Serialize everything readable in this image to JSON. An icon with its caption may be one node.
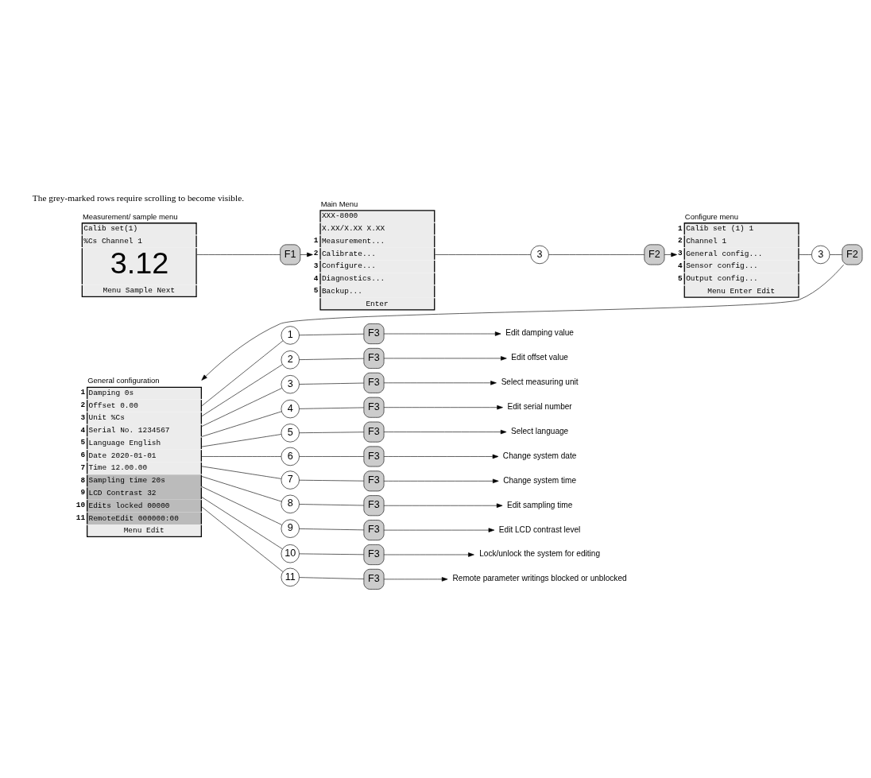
{
  "diagram": {
    "nodes": [
      {
        "text": [
          "Measurement/ sample menu",
          "Calib set(1)",
          "%Cs Channel 1",
          "3.12",
          "Menu Sample Next"
        ]
      },
      {
        "text": [
          "F1"
        ]
      },
      {
        "text": [
          "Main Menu",
          "XXX-8000",
          "X.XX/X.XX X.XX",
          "Measurement...",
          "Calibrate...",
          "Configure...",
          "Diagnostics...",
          "Backup...",
          "Enter"
        ],
        "beside": [
          "1",
          "2",
          "3",
          "4",
          "5"
        ]
      },
      {
        "text": [
          "3"
        ]
      },
      {
        "text": [
          "F2"
        ]
      },
      {
        "text": [
          "Configure menu",
          "Calib set (1) 1",
          "Channel 1",
          "General config...",
          "Sensor config...",
          "Output config...",
          "Menu Enter Edit"
        ],
        "beside": [
          "1",
          "2",
          "3",
          "4",
          "5"
        ]
      },
      {
        "text": [
          "3"
        ]
      },
      {
        "text": [
          "F2"
        ]
      },
      {
        "text": [
          "General configuration",
          "Damping 0s",
          "Offset 0.00",
          "Unit %Cs",
          "Serial No. 1234567",
          "Language English",
          "Date 2020-01-01",
          "Time 12.00.00",
          "Sampling time 20s",
          "LCD Contrast 32",
          "Edits locked 00000",
          "RemoteEdit 000000:00",
          "Menu Edit"
        ],
        "beside": [
          "1",
          "2",
          "3",
          "4",
          "5",
          "6",
          "7",
          "8",
          "9",
          "10",
          "11"
        ]
      },
      {
        "text": [
          "1"
        ]
      },
      {
        "text": [
          "F3"
        ]
      },
      {
        "text": [
          "Edit damping value"
        ]
      },
      {
        "text": [
          "2"
        ]
      },
      {
        "text": [
          "F3"
        ]
      },
      {
        "text": [
          "Edit offset value"
        ]
      },
      {
        "text": [
          "3"
        ]
      },
      {
        "text": [
          "F3"
        ]
      },
      {
        "text": [
          "Select measuring unit"
        ]
      },
      {
        "text": [
          "4"
        ]
      },
      {
        "text": [
          "F3"
        ]
      },
      {
        "text": [
          "Edit serial number"
        ]
      },
      {
        "text": [
          "5"
        ]
      },
      {
        "text": [
          "F3"
        ]
      },
      {
        "text": [
          "Select language"
        ]
      },
      {
        "text": [
          "6"
        ]
      },
      {
        "text": [
          "F3"
        ]
      },
      {
        "text": [
          "Change system date"
        ]
      },
      {
        "text": [
          "7"
        ]
      },
      {
        "text": [
          "F3"
        ]
      },
      {
        "text": [
          "Change system time"
        ]
      },
      {
        "text": [
          "8"
        ]
      },
      {
        "text": [
          "F3"
        ]
      },
      {
        "text": [
          "Edit sampling time"
        ]
      },
      {
        "text": [
          "9"
        ]
      },
      {
        "text": [
          "F3"
        ]
      },
      {
        "text": [
          "Edit LCD contrast level"
        ]
      },
      {
        "text": [
          "10"
        ]
      },
      {
        "text": [
          "F3"
        ]
      },
      {
        "text": [
          "Lock/unlock the system for editing"
        ]
      },
      {
        "text": [
          "11"
        ]
      },
      {
        "text": [
          "F3"
        ]
      },
      {
        "text": [
          "Remote parameter writings blocked or unblocked"
        ]
      }
    ],
    "edges": [
      {
        "from": 0,
        "to": 1,
        "arrow": "none"
      },
      {
        "from": 1,
        "to": 2,
        "arrow": "to"
      },
      {
        "from": 2,
        "to": 3,
        "arrow": "none"
      },
      {
        "from": 3,
        "to": 4,
        "arrow": "none"
      },
      {
        "from": 4,
        "to": 5,
        "arrow": "to"
      },
      {
        "from": 5,
        "to": 6,
        "arrow": "none"
      },
      {
        "from": 6,
        "to": 7,
        "arrow": "none"
      },
      {
        "from": 7,
        "to": 8,
        "arrow": "to"
      },
      {
        "from": 8,
        "to": 9,
        "arrow": "none"
      },
      {
        "from": 9,
        "to": 10,
        "arrow": "none"
      },
      {
        "from": 10,
        "to": 11,
        "arrow": "to"
      },
      {
        "from": 8,
        "to": 12,
        "arrow": "none"
      },
      {
        "from": 12,
        "to": 13,
        "arrow": "none"
      },
      {
        "from": 13,
        "to": 14,
        "arrow": "to"
      },
      {
        "from": 8,
        "to": 15,
        "arrow": "none"
      },
      {
        "from": 15,
        "to": 16,
        "arrow": "none"
      },
      {
        "from": 16,
        "to": 17,
        "arrow": "to"
      },
      {
        "from": 8,
        "to": 18,
        "arrow": "none"
      },
      {
        "from": 18,
        "to": 19,
        "arrow": "none"
      },
      {
        "from": 19,
        "to": 20,
        "arrow": "to"
      },
      {
        "from": 8,
        "to": 21,
        "arrow": "none"
      },
      {
        "from": 21,
        "to": 22,
        "arrow": "none"
      },
      {
        "from": 22,
        "to": 23,
        "arrow": "to"
      },
      {
        "from": 8,
        "to": 24,
        "arrow": "none"
      },
      {
        "from": 24,
        "to": 25,
        "arrow": "none"
      },
      {
        "from": 25,
        "to": 26,
        "arrow": "to"
      },
      {
        "from": 8,
        "to": 27,
        "arrow": "none"
      },
      {
        "from": 27,
        "to": 28,
        "arrow": "none"
      },
      {
        "from": 28,
        "to": 29,
        "arrow": "to"
      },
      {
        "from": 8,
        "to": 30,
        "arrow": "none"
      },
      {
        "from": 30,
        "to": 31,
        "arrow": "none"
      },
      {
        "from": 31,
        "to": 32,
        "arrow": "to"
      },
      {
        "from": 8,
        "to": 33,
        "arrow": "none"
      },
      {
        "from": 33,
        "to": 34,
        "arrow": "none"
      },
      {
        "from": 34,
        "to": 35,
        "arrow": "to"
      },
      {
        "from": 8,
        "to": 36,
        "arrow": "none"
      },
      {
        "from": 36,
        "to": 37,
        "arrow": "none"
      },
      {
        "from": 37,
        "to": 38,
        "arrow": "to"
      },
      {
        "from": 8,
        "to": 39,
        "arrow": "none"
      },
      {
        "from": 39,
        "to": 40,
        "arrow": "none"
      },
      {
        "from": 40,
        "to": 41,
        "arrow": "to"
      }
    ],
    "labels": [
      "The grey-marked rows require scrolling to become visible."
    ]
  }
}
